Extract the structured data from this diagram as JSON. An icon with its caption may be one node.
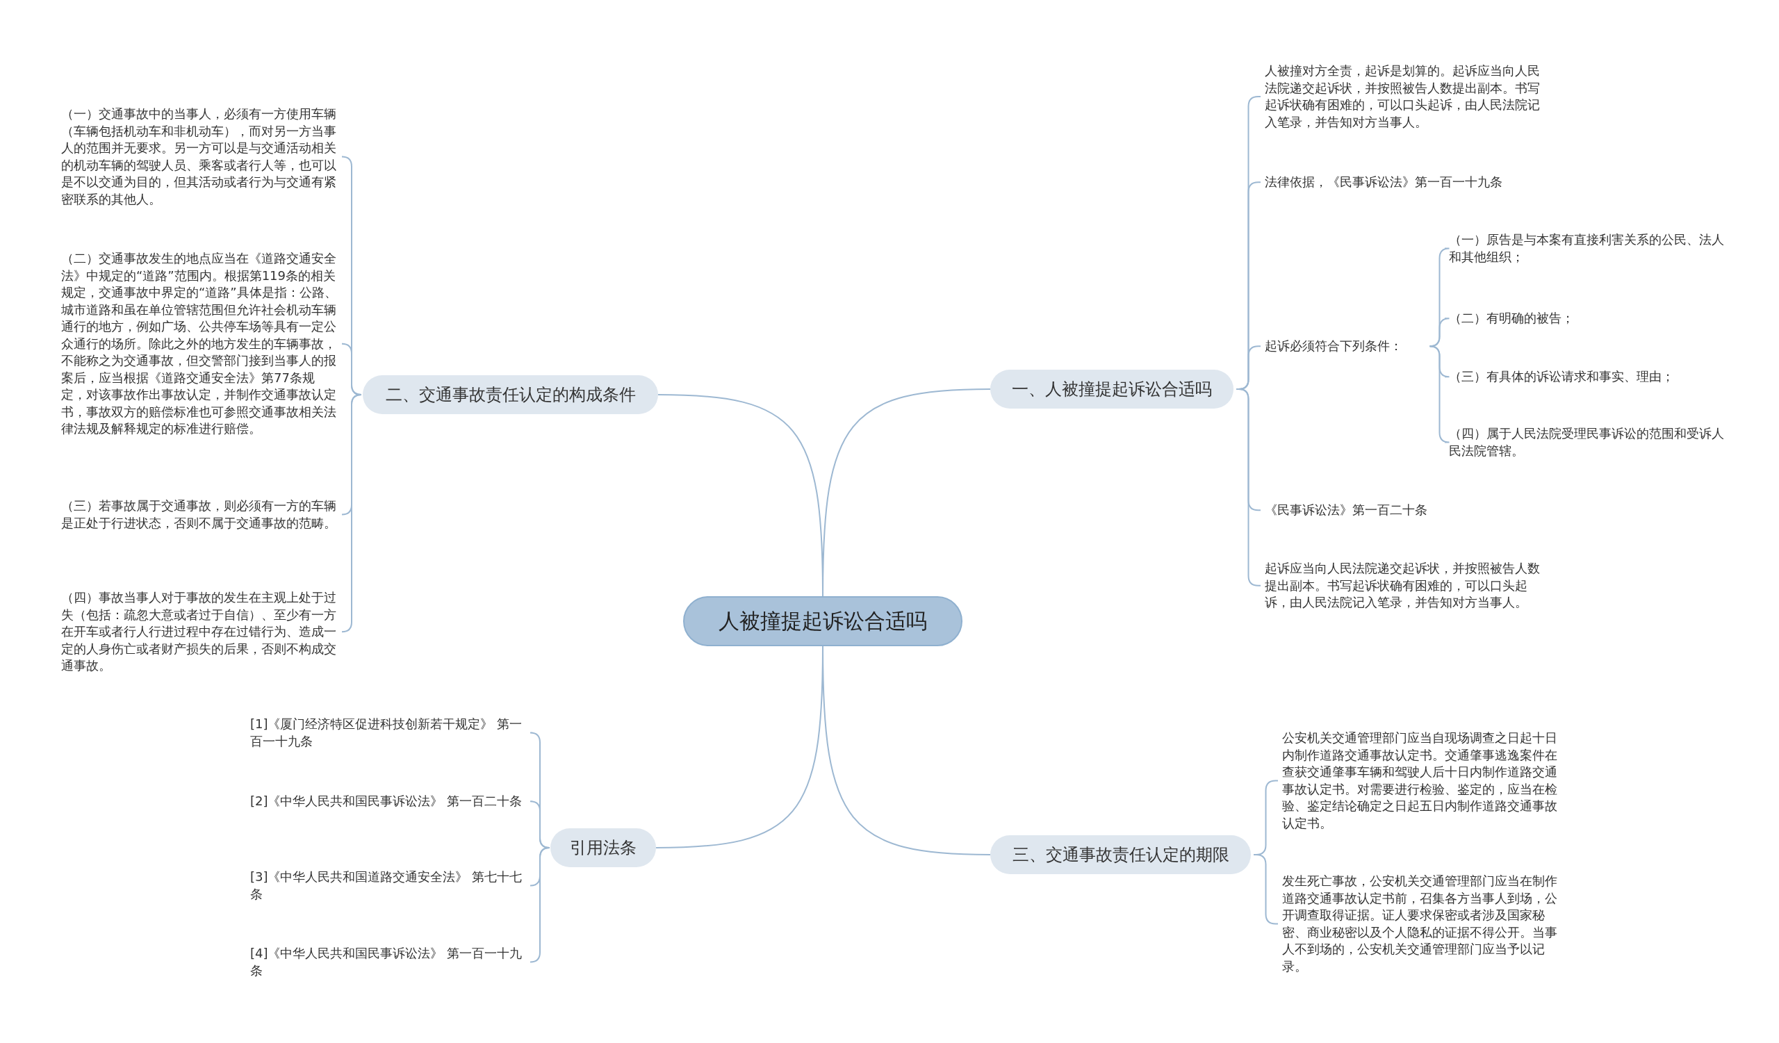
{
  "diagram": {
    "nodes": [
      {
        "text": [
          "人被撞提起诉讼合适吗"
        ]
      },
      {
        "text": [
          "一、人被撞提起诉讼合适吗"
        ]
      },
      {
        "text": [
          "人被撞对方全责，起诉是划算的。起诉应当向人民法院递交起诉状，并按照被告人数提出副本。书写起诉状确有困难的，可以口头起诉，由人民法院记入笔录，并告知对方当事人。"
        ]
      },
      {
        "text": [
          "法律依据，《民事诉讼法》第一百一十九条"
        ]
      },
      {
        "text": [
          "起诉必须符合下列条件："
        ]
      },
      {
        "text": [
          "（一）原告是与本案有直接利害关系的公民、法人和其他组织；"
        ]
      },
      {
        "text": [
          "（二）有明确的被告；"
        ]
      },
      {
        "text": [
          "（三）有具体的诉讼请求和事实、理由；"
        ]
      },
      {
        "text": [
          "（四）属于人民法院受理民事诉讼的范围和受诉人民法院管辖。"
        ]
      },
      {
        "text": [
          "《民事诉讼法》第一百二十条"
        ]
      },
      {
        "text": [
          "起诉应当向人民法院递交起诉状，并按照被告人数提出副本。书写起诉状确有困难的，可以口头起诉，由人民法院记入笔录，并告知对方当事人。"
        ]
      },
      {
        "text": [
          "二、交通事故责任认定的构成条件"
        ]
      },
      {
        "text": [
          "（一）交通事故中的当事人，必须有一方使用车辆（车辆包括机动车和非机动车），而对另一方当事人的范围并无要求。另一方可以是与交通活动相关的机动车辆的驾驶人员、乘客或者行人等，也可以是不以交通为目的，但其活动或者行为与交通有紧密联系的其他人。"
        ]
      },
      {
        "text": [
          "（二）交通事故发生的地点应当在《道路交通安全法》中规定的“道路”范围内。根据第119条的相关规定，交通事故中界定的“道路”具体是指：公路、城市道路和虽在单位管辖范围但允许社会机动车辆通行的地方，例如广场、公共停车场等具有一定公众通行的场所。除此之外的地方发生的车辆事故，不能称之为交通事故，但交警部门接到当事人的报案后，应当根据《道路交通安全法》第77条规定，对该事故作出事故认定，并制作交通事故认定书，事故双方的赔偿标准也可参照交通事故相关法律法规及解释规定的标准进行赔偿。"
        ]
      },
      {
        "text": [
          "（三）若事故属于交通事故，则必须有一方的车辆是正处于行进状态，否则不属于交通事故的范畴。"
        ]
      },
      {
        "text": [
          "（四）事故当事人对于事故的发生在主观上处于过失（包括：疏忽大意或者过于自信）、至少有一方在开车或者行人行进过程中存在过错行为、造成一定的人身伤亡或者财产损失的后果，否则不构成交通事故。"
        ]
      },
      {
        "text": [
          "三、交通事故责任认定的期限"
        ]
      },
      {
        "text": [
          "公安机关交通管理部门应当自现场调查之日起十日内制作道路交通事故认定书。交通肇事逃逸案件在查获交通肇事车辆和驾驶人后十日内制作道路交通事故认定书。对需要进行检验、鉴定的，应当在检验、鉴定结论确定之日起五日内制作道路交通事故认定书。"
        ]
      },
      {
        "text": [
          "发生死亡事故，公安机关交通管理部门应当在制作道路交通事故认定书前，召集各方当事人到场，公开调查取得证据。证人要求保密或者涉及国家秘密、商业秘密以及个人隐私的证据不得公开。当事人不到场的，公安机关交通管理部门应当予以记录。"
        ]
      },
      {
        "text": [
          "引用法条"
        ]
      },
      {
        "text": [
          "[1]《厦门经济特区促进科技创新若干规定》 第一百一十九条"
        ]
      },
      {
        "text": [
          "[2]《中华人民共和国民事诉讼法》 第一百二十条"
        ]
      },
      {
        "text": [
          "[3]《中华人民共和国道路交通安全法》 第七十七条"
        ]
      },
      {
        "text": [
          "[4]《中华人民共和国民事诉讼法》 第一百一十九条"
        ]
      }
    ],
    "edges": [
      {
        "from": 0,
        "to": 1,
        "arrow": "none"
      },
      {
        "from": 1,
        "to": 2,
        "arrow": "none"
      },
      {
        "from": 1,
        "to": 3,
        "arrow": "none"
      },
      {
        "from": 1,
        "to": 4,
        "arrow": "none"
      },
      {
        "from": 4,
        "to": 5,
        "arrow": "none"
      },
      {
        "from": 4,
        "to": 6,
        "arrow": "none"
      },
      {
        "from": 4,
        "to": 7,
        "arrow": "none"
      },
      {
        "from": 4,
        "to": 8,
        "arrow": "none"
      },
      {
        "from": 1,
        "to": 9,
        "arrow": "none"
      },
      {
        "from": 1,
        "to": 10,
        "arrow": "none"
      },
      {
        "from": 0,
        "to": 11,
        "arrow": "none"
      },
      {
        "from": 11,
        "to": 12,
        "arrow": "none"
      },
      {
        "from": 11,
        "to": 13,
        "arrow": "none"
      },
      {
        "from": 11,
        "to": 14,
        "arrow": "none"
      },
      {
        "from": 11,
        "to": 15,
        "arrow": "none"
      },
      {
        "from": 0,
        "to": 16,
        "arrow": "none"
      },
      {
        "from": 16,
        "to": 17,
        "arrow": "none"
      },
      {
        "from": 16,
        "to": 18,
        "arrow": "none"
      },
      {
        "from": 0,
        "to": 19,
        "arrow": "none"
      },
      {
        "from": 19,
        "to": 20,
        "arrow": "none"
      },
      {
        "from": 19,
        "to": 21,
        "arrow": "none"
      },
      {
        "from": 19,
        "to": 22,
        "arrow": "none"
      },
      {
        "from": 19,
        "to": 23,
        "arrow": "none"
      }
    ]
  }
}
